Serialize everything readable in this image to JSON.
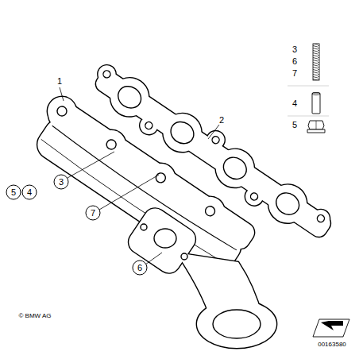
{
  "diagram": {
    "labels": [
      "1",
      "2",
      "3",
      "6",
      "7",
      "4",
      "5",
      "5",
      "4",
      "3",
      "7",
      "6",
      "© BMW AG",
      "00163580"
    ]
  }
}
